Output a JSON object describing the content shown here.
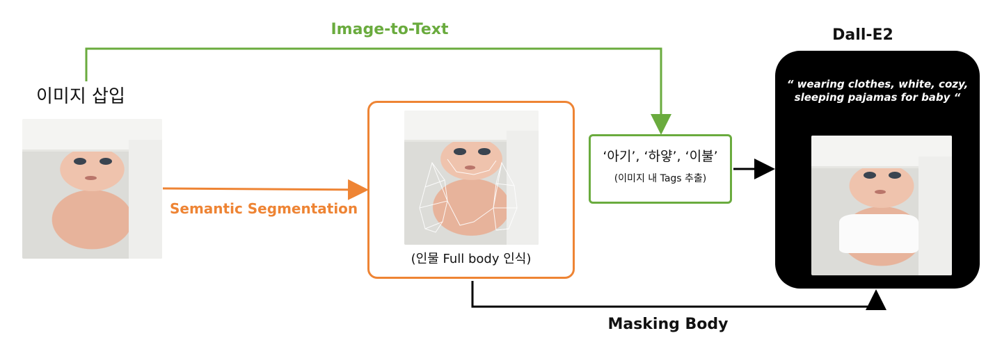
{
  "image_to_text_label": "Image-to-Text",
  "insert_image_label": "이미지 삽입",
  "semantic_segmentation_label": "Semantic Segmentation",
  "body_recognition_caption": "(인물 Full body 인식)",
  "tags": "‘아기’, ‘하얗’, ‘이불’",
  "tags_subcaption": "(이미지 내 Tags 추출)",
  "dalle_title": "Dall-E2",
  "prompt_line1": "“ wearing clothes, white, cozy,",
  "prompt_line2": "sleeping pajamas for baby “",
  "masking_body_label": "Masking Body",
  "colors": {
    "green": "#6aab3e",
    "orange": "#ee8434",
    "black": "#000000"
  }
}
